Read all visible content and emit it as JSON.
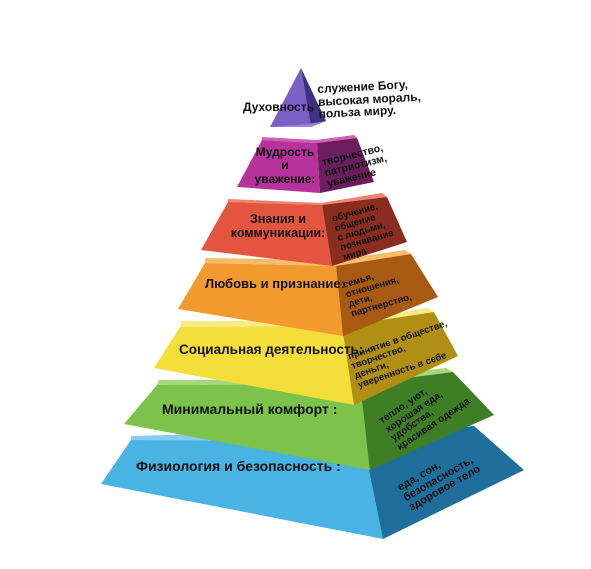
{
  "levels": [
    {
      "label": "Духовность :",
      "side": [
        "служение Богу,",
        "высокая мораль,",
        "польза миру."
      ],
      "front": "#7a5fc4",
      "dark": "#3f2f86",
      "top": "#9a86d8"
    },
    {
      "label": [
        "Мудрость",
        "и",
        "уважение:"
      ],
      "side": [
        "творчество,",
        "патриотизм,",
        "уважение"
      ],
      "front": "#b6339c",
      "dark": "#6b1d5e",
      "top": "#cf5fb8"
    },
    {
      "label": [
        "Знания и",
        "коммуникации:"
      ],
      "side": [
        "обучение,",
        "общение",
        "с людьми,",
        "познавание",
        "мира"
      ],
      "front": "#e4553f",
      "dark": "#8a2c20",
      "top": "#f0826f"
    },
    {
      "label": "Любовь и признание:",
      "side": [
        "семья,",
        "отношения,",
        "дети,",
        "партнерство,"
      ],
      "front": "#f39a2f",
      "dark": "#a85a12",
      "top": "#f8bd6c"
    },
    {
      "label": "Социальная деятельность:",
      "side": [
        "принятие в обществе,",
        "творчество,",
        "деньги,",
        "уверенность в себе"
      ],
      "front": "#f3de3a",
      "dark": "#b08f14",
      "top": "#f8ea86"
    },
    {
      "label": "Минимальный комфорт :",
      "side": [
        "тепло, уют,",
        "хорошая еда,",
        "удобства,",
        "красивая одежда"
      ],
      "front": "#7bc34a",
      "dark": "#3e7e25",
      "top": "#a6d97d"
    },
    {
      "label": "Физиология и безопасность :",
      "side": [
        "еда, сон,",
        "безопасность,",
        "здоровое тело"
      ],
      "front": "#49b3e4",
      "dark": "#1f6f9c",
      "top": "#84cdef"
    }
  ]
}
